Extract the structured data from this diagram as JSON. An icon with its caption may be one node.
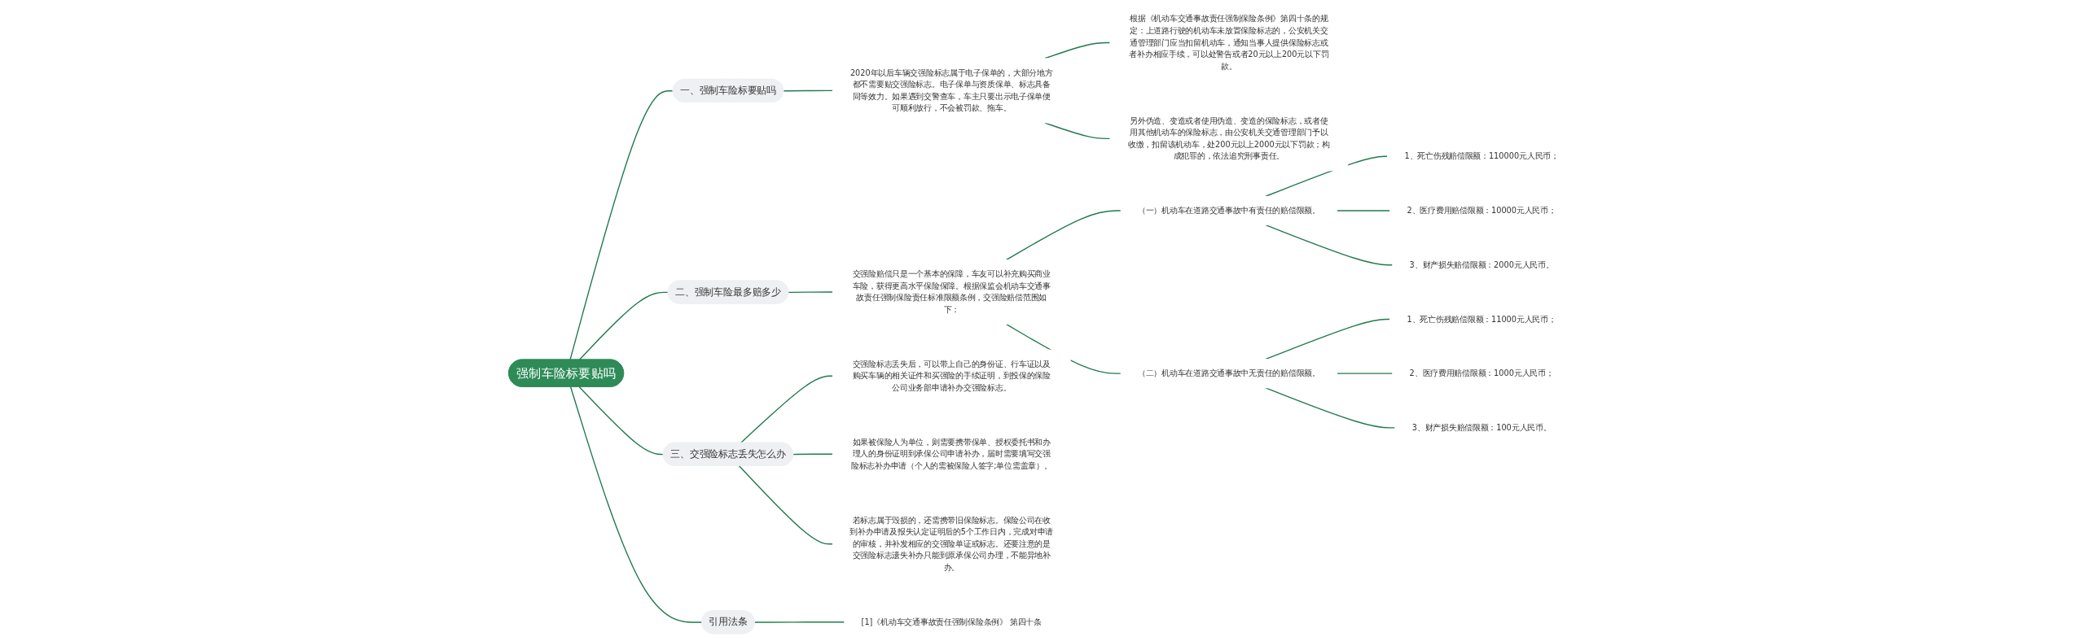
{
  "diagram": {
    "nodes": [
      {
        "text": [
          "强制车险标要贴吗"
        ]
      },
      {
        "text": [
          "一、强制车险标要贴吗"
        ]
      },
      {
        "text": [
          "2020年以后车辆交强险标志属于电子保单的，大部分地方都不需要贴交强险标志。电子保单与资质保单、标志具备同等效力。如果遇到交警查车，车主只要出示电子保单便可顺利放行，不会被罚款、拖车。"
        ]
      },
      {
        "text": [
          "根据《机动车交通事故责任强制保险条例》第四十条的规定：上道路行驶的机动车未放置保险标志的，公安机关交通管理部门应当扣留机动车，通知当事人提供保险标志或者补办相应手续，可以处警告或者20元以上200元以下罚款。"
        ]
      },
      {
        "text": [
          "另外伪造、变造或者使用伪造、变造的保险标志，或者使用其他机动车的保险标志，由公安机关交通管理部门予以收缴，扣留该机动车，处200元以上2000元以下罚款；构成犯罪的，依法追究刑事责任。"
        ]
      },
      {
        "text": [
          "二、强制车险最多赔多少"
        ]
      },
      {
        "text": [
          "交强险赔偿只是一个基本的保障，车友可以补充购买商业车险，获得更高水平保险保障。根据保监会机动车交通事故责任强制保险责任标准限额条例，交强险赔偿范围如下："
        ]
      },
      {
        "text": [
          "（一）机动车在道路交通事故中有责任的赔偿限额。"
        ]
      },
      {
        "text": [
          "1、死亡伤残赔偿限额：110000元人民币；"
        ]
      },
      {
        "text": [
          "2、医疗费用赔偿限额：10000元人民币；"
        ]
      },
      {
        "text": [
          "3、财产损失赔偿限额：2000元人民币。"
        ]
      },
      {
        "text": [
          "（二）机动车在道路交通事故中无责任的赔偿限额。"
        ]
      },
      {
        "text": [
          "1、死亡伤残赔偿限额：11000元人民币；"
        ]
      },
      {
        "text": [
          "2、医疗费用赔偿限额：1000元人民币；"
        ]
      },
      {
        "text": [
          "3、财产损失赔偿限额：100元人民币。"
        ]
      },
      {
        "text": [
          "三、交强险标志丢失怎么办"
        ]
      },
      {
        "text": [
          "交强险标志丢失后，可以带上自己的身份证、行车证以及购买车辆的相关证件和买强险的手续证明，到投保的保险公司业务部申请补办交强险标志。"
        ]
      },
      {
        "text": [
          "如果被保险人为单位，则需要携带保单、授权委托书和办理人的身份证明到承保公司申请补办，届时需要填写交强险标志补办申请（个人的需被保险人签字;单位需盖章）。"
        ]
      },
      {
        "text": [
          "若标志属于毁损的，还需携带旧保险标志。保险公司在收到补办申请及报失认定证明后的5个工作日内，完成对申请的审核，并补发相应的交强险单证或标志。还要注意的是交强险标志遗失补办只能到原承保公司办理，不能异地补办。"
        ]
      },
      {
        "text": [
          "引用法条"
        ]
      },
      {
        "text": [
          "[1]《机动车交通事故责任强制保险条例》 第四十条"
        ]
      }
    ],
    "edges": [
      {
        "from": 0,
        "to": 1,
        "arrow": "none"
      },
      {
        "from": 1,
        "to": 2,
        "arrow": "none"
      },
      {
        "from": 2,
        "to": 3,
        "arrow": "none"
      },
      {
        "from": 2,
        "to": 4,
        "arrow": "none"
      },
      {
        "from": 0,
        "to": 5,
        "arrow": "none"
      },
      {
        "from": 5,
        "to": 6,
        "arrow": "none"
      },
      {
        "from": 6,
        "to": 7,
        "arrow": "none"
      },
      {
        "from": 7,
        "to": 8,
        "arrow": "none"
      },
      {
        "from": 7,
        "to": 9,
        "arrow": "none"
      },
      {
        "from": 7,
        "to": 10,
        "arrow": "none"
      },
      {
        "from": 6,
        "to": 11,
        "arrow": "none"
      },
      {
        "from": 11,
        "to": 12,
        "arrow": "none"
      },
      {
        "from": 11,
        "to": 13,
        "arrow": "none"
      },
      {
        "from": 11,
        "to": 14,
        "arrow": "none"
      },
      {
        "from": 0,
        "to": 15,
        "arrow": "none"
      },
      {
        "from": 15,
        "to": 16,
        "arrow": "none"
      },
      {
        "from": 15,
        "to": 17,
        "arrow": "none"
      },
      {
        "from": 15,
        "to": 18,
        "arrow": "none"
      },
      {
        "from": 0,
        "to": 19,
        "arrow": "none"
      },
      {
        "from": 19,
        "to": 20,
        "arrow": "none"
      }
    ]
  }
}
